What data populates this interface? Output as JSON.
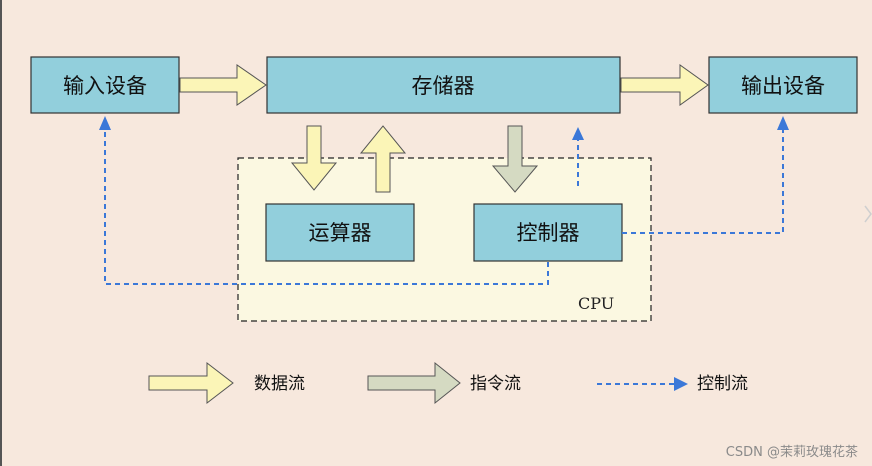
{
  "boxes": {
    "input": "输入设备",
    "memory": "存储器",
    "output": "输出设备",
    "alu": "运算器",
    "controller": "控制器"
  },
  "cpu_label": "CPU",
  "legend": {
    "data_flow": "数据流",
    "instruction_flow": "指令流",
    "control_flow": "控制流"
  },
  "watermark": "CSDN @茉莉玫瑰花茶",
  "colors": {
    "background": "#f7e8dd",
    "box_fill": "#92cfdc",
    "cpu_fill": "#fbf8e1",
    "data_flow_arrow": "#fbf5b7",
    "instruction_flow_arrow": "#d5dac2",
    "control_flow_line": "#3b78d8"
  }
}
